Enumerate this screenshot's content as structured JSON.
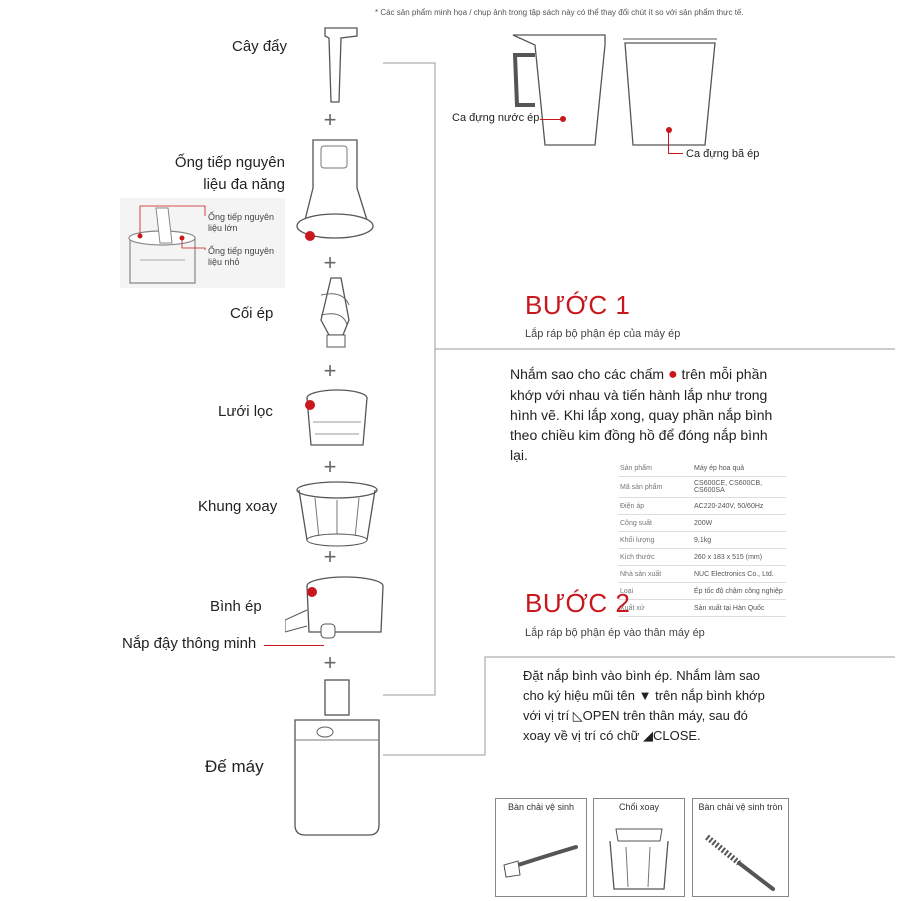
{
  "note": "* Các sản phẩm minh họa / chụp ảnh trong tập sách này có thể thay đổi chút ít so với sản phẩm thực tế.",
  "parts": {
    "pusher": "Cây đẩy",
    "hopper_line1": "Ống tiếp nguyên",
    "hopper_line2": "liệu đa năng",
    "hopper_large": "Ống tiếp nguyên liệu lớn",
    "hopper_small": "Ống tiếp nguyên liệu nhỏ",
    "screw": "Cối ép",
    "screen": "Lưới lọc",
    "rotating_brush": "Khung xoay",
    "bowl": "Bình ép",
    "smart_cap": "Nắp đậy thông minh",
    "base": "Đế máy"
  },
  "cups": {
    "juice_cup": "Ca đựng nước ép",
    "pulp_cup": "Ca đựng bã ép"
  },
  "step1": {
    "title": "BƯỚC 1",
    "subtitle": "Lắp ráp bộ phận ép của máy ép",
    "body_before": "Nhắm sao cho các chấm",
    "body_after": "trên mỗi phần khớp với nhau và tiến hành lắp như trong hình vẽ. Khi lắp xong, quay phần nắp bình theo chiều kim đồng hồ để đóng nắp bình lại."
  },
  "specs": [
    {
      "k": "Sản phẩm",
      "v": "Máy ép hoa quả"
    },
    {
      "k": "Mã sản phẩm",
      "v": "CS600CE, CS600CB, CS600SA"
    },
    {
      "k": "Điện áp",
      "v": "AC220-240V, 50/60Hz"
    },
    {
      "k": "Công suất",
      "v": "200W"
    },
    {
      "k": "Khối lượng",
      "v": "9,1kg"
    },
    {
      "k": "Kích thước",
      "v": "260 x 183 x 515 (mm)"
    },
    {
      "k": "Nhà sản xuất",
      "v": "NUC Electronics Co., Ltd."
    },
    {
      "k": "Loại",
      "v": "Ép tốc độ chậm công nghiệp"
    },
    {
      "k": "Xuất xứ",
      "v": "Sản xuất tại Hàn Quốc"
    }
  ],
  "step2": {
    "title": "BƯỚC 2",
    "subtitle": "Lắp ráp bộ phận ép vào thân máy ép",
    "body": "Đặt nắp bình vào bình ép. Nhắm làm sao cho ký hiệu mũi tên ▼ trên nắp bình khớp với vị trí ◺OPEN trên thân máy, sau đó xoay về vị trí có chữ ◢CLOSE."
  },
  "accessories": [
    {
      "name": "Bàn chải vệ sinh"
    },
    {
      "name": "Chổi xoay"
    },
    {
      "name": "Bàn chải vệ sinh tròn"
    }
  ],
  "colors": {
    "accent": "#c8181e",
    "line": "#9a9a9a"
  }
}
